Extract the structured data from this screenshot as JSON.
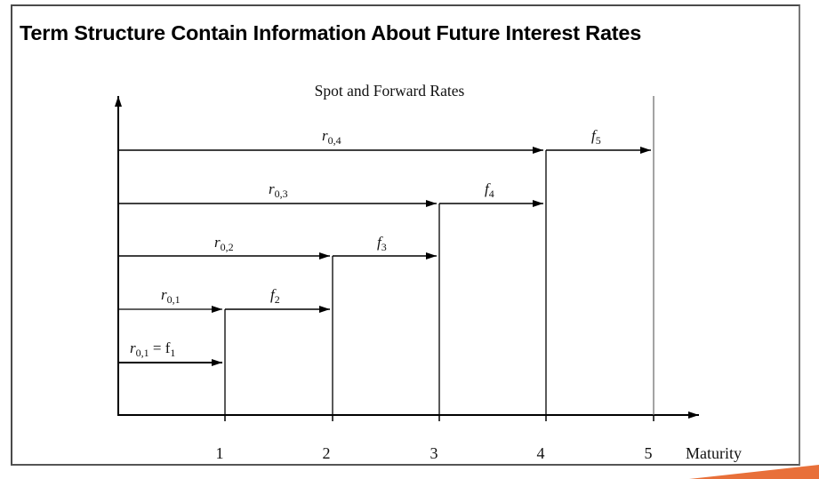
{
  "slide": {
    "title": "Term Structure Contain Information About Future Interest Rates"
  },
  "diagram": {
    "title": "Spot and Forward Rates",
    "x_axis_label": "Maturity",
    "x_ticks": [
      "1",
      "2",
      "3",
      "4",
      "5"
    ],
    "spot_rates": [
      {
        "label_base": "r",
        "label_sub": "0,4",
        "from": 0,
        "to": 4
      },
      {
        "label_base": "r",
        "label_sub": "0,3",
        "from": 0,
        "to": 3
      },
      {
        "label_base": "r",
        "label_sub": "0,2",
        "from": 0,
        "to": 2
      },
      {
        "label_base": "r",
        "label_sub": "0,1",
        "from": 0,
        "to": 1
      },
      {
        "label_base": "r",
        "label_sub": "0,1",
        "label_suffix": " = f",
        "label_suffix_sub": "1",
        "from": 0,
        "to": 1
      }
    ],
    "forward_rates": [
      {
        "label_base": "f",
        "label_sub": "2",
        "from": 1,
        "to": 2
      },
      {
        "label_base": "f",
        "label_sub": "3",
        "from": 2,
        "to": 3
      },
      {
        "label_base": "f",
        "label_sub": "4",
        "from": 3,
        "to": 4
      },
      {
        "label_base": "f",
        "label_sub": "5",
        "from": 4,
        "to": 5
      }
    ]
  },
  "colors": {
    "accent": "#e8703a",
    "line": "#000000",
    "frame": "#4a4a4a"
  }
}
